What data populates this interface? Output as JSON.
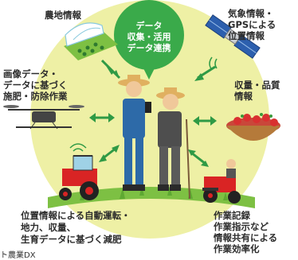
{
  "bubble": {
    "line1": "データ",
    "line2": "収集・活用",
    "line3": "データ連携"
  },
  "labels": {
    "farmland": "農地情報",
    "weather": {
      "line1": "気象情報・",
      "line2": "GPSによる",
      "line3": "位置情報"
    },
    "image": {
      "line1": "画像データ・",
      "line2": "データに基づく",
      "line3": "施肥・防除作業"
    },
    "yield": {
      "line1": "収量・品質",
      "line2": "情報"
    },
    "autodrive": {
      "line1": "位置情報による自動運転・",
      "line2": "地力、収量、",
      "line3": "生育データに基づく減肥"
    },
    "record": {
      "line1": "作業記録",
      "line2": "作業指示など",
      "line3": "情報共有による",
      "line4": "作業効率化"
    }
  },
  "footer": "ト農業DX",
  "colors": {
    "circle": "#eef0a5",
    "grass": "#7dc043",
    "bubble": "#3aaa4a",
    "arrow": "#2f9a45"
  }
}
